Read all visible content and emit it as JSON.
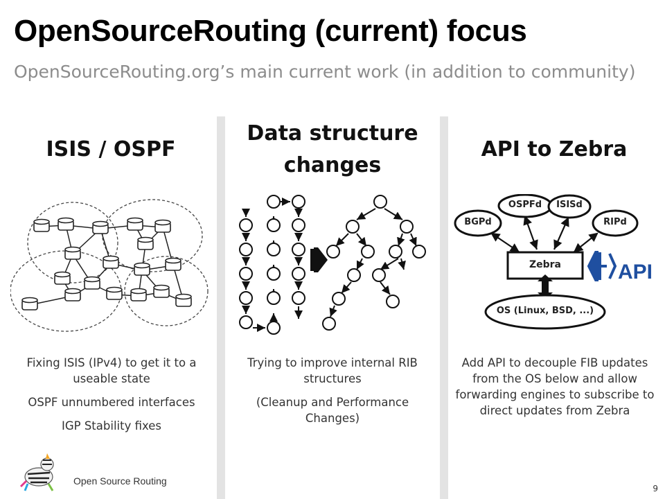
{
  "slide": {
    "title": "OpenSourceRouting (current) focus",
    "subtitle": "OpenSourceRouting.org’s main current work (in addition to community)",
    "page_number": "9"
  },
  "columns": [
    {
      "heading": "ISIS / OSPF",
      "lines": [
        "Fixing ISIS (IPv4) to get it to a useable state",
        "OSPF unnumbered interfaces",
        "IGP Stability fixes"
      ]
    },
    {
      "heading": "Data structure changes",
      "lines": [
        "Trying to improve internal RIB structures",
        "(Cleanup and Performance Changes)"
      ]
    },
    {
      "heading": "API to Zebra",
      "lines": [
        "Add API to decouple FIB updates from the OS below and allow forwarding engines to subscribe to direct updates from Zebra"
      ]
    }
  ],
  "zebra_diagram": {
    "daemons": [
      "BGPd",
      "OSPFd",
      "ISISd",
      "RIPd"
    ],
    "core": "Zebra",
    "os": "OS (Linux, BSD, ...)",
    "api_label": "API",
    "accent_color": "#1f4fa0"
  },
  "logo": {
    "text": "Open Source Routing"
  }
}
